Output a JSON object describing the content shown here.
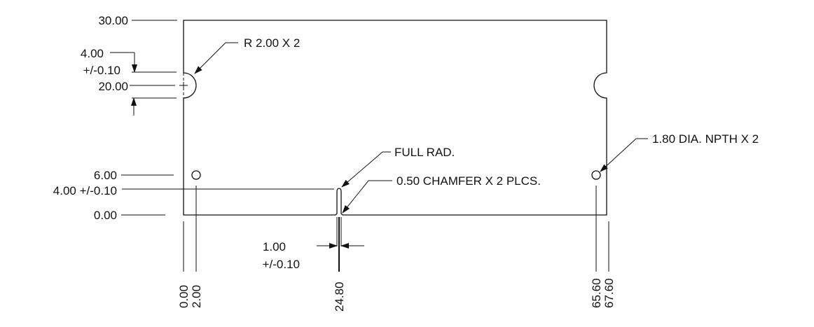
{
  "drawing": {
    "vertical_dims": {
      "top": "30.00",
      "notch_width": "4.00",
      "notch_tol": "+/-0.10",
      "notch_center": "20.00",
      "hole_y": "6.00",
      "slot_depth": "4.00 +/-0.10",
      "bottom": "0.00"
    },
    "horizontal_dims": {
      "left": "0.00",
      "hole_left": "2.00",
      "slot": "24.80",
      "hole_right": "65.60",
      "right": "67.60"
    },
    "slot_width": "1.00",
    "slot_width_tol": "+/-0.10",
    "callouts": {
      "radius": "R 2.00 X 2",
      "full_rad": "FULL RAD.",
      "chamfer": "0.50 CHAMFER X 2 PLCS.",
      "holes": "1.80 DIA. NPTH X 2"
    }
  }
}
